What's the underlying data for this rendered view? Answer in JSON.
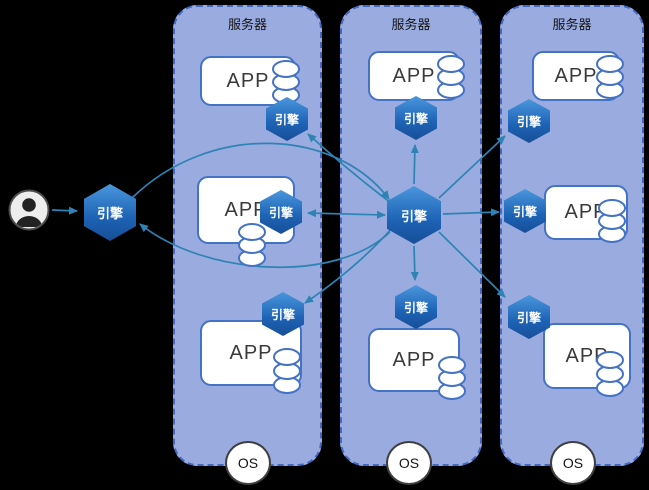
{
  "labels": {
    "server": "服务器",
    "app": "APP",
    "engine": "引擎",
    "os": "OS"
  },
  "colors": {
    "background": "#000000",
    "server_fill": "#9aabdf",
    "server_border": "#4469c0",
    "hexagon_fill": "#1d62b4",
    "app_border": "#4472c4",
    "arrow": "#2e83b5",
    "os_border": "#3f3f3f"
  },
  "structure": {
    "client": {
      "user_avatar": "person-icon",
      "engine": "引擎"
    },
    "servers": [
      {
        "label": "服务器",
        "app_count": 3,
        "engine_count": 3,
        "database_count": 3,
        "os": "OS"
      },
      {
        "label": "服务器",
        "app_count": 2,
        "engine_count": 3,
        "database_count": 2,
        "os": "OS",
        "has_central_engine": true
      },
      {
        "label": "服务器",
        "app_count": 3,
        "engine_count": 3,
        "database_count": 3,
        "os": "OS"
      }
    ]
  }
}
